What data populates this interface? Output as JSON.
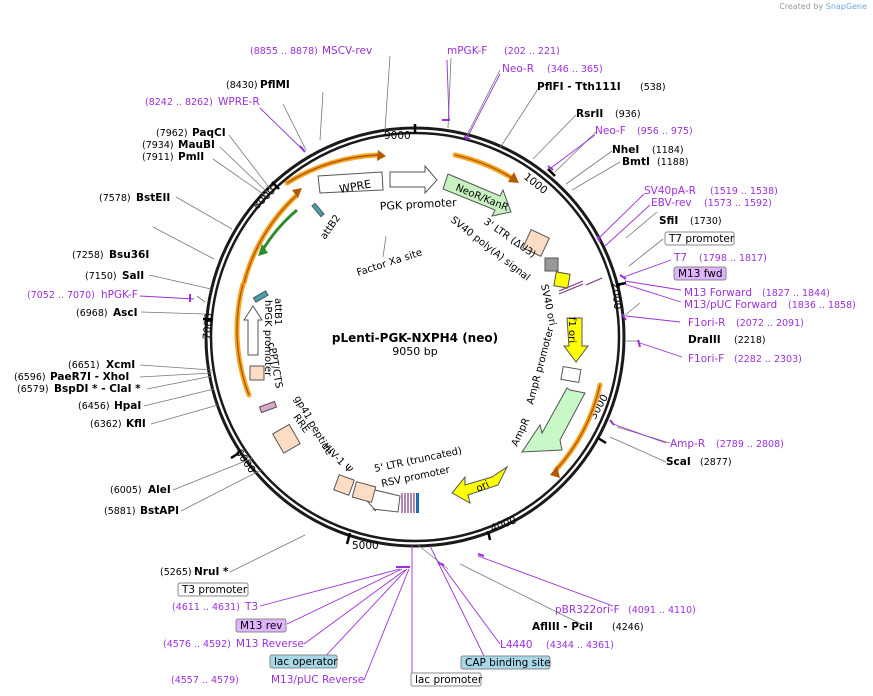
{
  "credit": {
    "prefix": "Created by",
    "brand": "SnapGene"
  },
  "title": "pLenti-PGK-NXPH4 (neo)",
  "subtitle": "9050 bp",
  "ticks": [
    "1000",
    "2000",
    "3000",
    "4000",
    "5000",
    "6000",
    "7000",
    "8000",
    "9000"
  ],
  "enzymes": [
    {
      "name": "PflMI",
      "pos": "(8430)"
    },
    {
      "name": "PflFI - Tth111I",
      "pos": "(538)"
    },
    {
      "name": "RsrII",
      "pos": "(936)"
    },
    {
      "name": "NheI",
      "pos": "(1184)"
    },
    {
      "name": "BmtI",
      "pos": "(1188)"
    },
    {
      "name": "SfiI",
      "pos": "(1730)"
    },
    {
      "name": "DraIII",
      "pos": "(2218)"
    },
    {
      "name": "ScaI",
      "pos": "(2877)"
    },
    {
      "name": "AflIII - PciI",
      "pos": "(4246)"
    },
    {
      "name": "NruI *",
      "pos": "(5265)"
    },
    {
      "name": "BstAPI",
      "pos": "(5881)"
    },
    {
      "name": "AleI",
      "pos": "(6005)"
    },
    {
      "name": "KflI",
      "pos": "(6362)"
    },
    {
      "name": "HpaI",
      "pos": "(6456)"
    },
    {
      "name": "XcmI",
      "pos": "(6651)"
    },
    {
      "name": "PaeR7I - XhoI",
      "pos": "(6596)"
    },
    {
      "name": "BspDI * - ClaI *",
      "pos": "(6579)"
    },
    {
      "name": "AscI",
      "pos": "(6968)"
    },
    {
      "name": "SalI",
      "pos": "(7150)"
    },
    {
      "name": "Bsu36I",
      "pos": "(7258)"
    },
    {
      "name": "BstEII",
      "pos": "(7578)"
    },
    {
      "name": "PmlI",
      "pos": "(7911)"
    },
    {
      "name": "MauBI",
      "pos": "(7934)"
    },
    {
      "name": "PaqCI",
      "pos": "(7962)"
    }
  ],
  "primers": [
    {
      "name": "MSCV-rev",
      "pos": "(8855 .. 8878)"
    },
    {
      "name": "mPGK-F",
      "pos": "(202 .. 221)"
    },
    {
      "name": "Neo-R",
      "pos": "(346 .. 365)"
    },
    {
      "name": "WPRE-R",
      "pos": "(8242 .. 8262)"
    },
    {
      "name": "Neo-F",
      "pos": "(956 .. 975)"
    },
    {
      "name": "SV40pA-R",
      "pos": "(1519 .. 1538)"
    },
    {
      "name": "EBV-rev",
      "pos": "(1573 .. 1592)"
    },
    {
      "name": "T7",
      "pos": "(1798 .. 1817)"
    },
    {
      "name": "M13 Forward",
      "pos": "(1827 .. 1844)"
    },
    {
      "name": "M13/pUC Forward",
      "pos": "(1836 .. 1858)"
    },
    {
      "name": "F1ori-R",
      "pos": "(2072 .. 2091)"
    },
    {
      "name": "F1ori-F",
      "pos": "(2282 .. 2303)"
    },
    {
      "name": "Amp-R",
      "pos": "(2789 .. 2808)"
    },
    {
      "name": "pBR322ori-F",
      "pos": "(4091 .. 4110)"
    },
    {
      "name": "L4440",
      "pos": "(4344 .. 4361)"
    },
    {
      "name": "hPGK-F",
      "pos": "(7052 .. 7070)"
    },
    {
      "name": "T3",
      "pos": "(4611 .. 4631)"
    },
    {
      "name": "M13 Reverse",
      "pos": "(4576 .. 4592)"
    },
    {
      "name": "M13/pUC Reverse",
      "pos": "(4557 .. 4579)"
    }
  ],
  "boxes": {
    "t7_promoter": "T7 promoter",
    "m13_fwd": "M13 fwd",
    "t3_promoter": "T3 promoter",
    "m13_rev": "M13 rev",
    "lac_operator": "lac operator",
    "cap_site": "CAP binding site",
    "lac_promoter": "lac promoter"
  },
  "features": {
    "wpre": "WPRE",
    "pgk_promoter": "PGK promoter",
    "neo": "NeoR/KanR",
    "attb2": "attB2",
    "ltr3": "3' LTR (ΔU3)",
    "sv40polya": "SV40 poly(A) signal",
    "sv40ori": "SV40 ori",
    "f1ori": "f1 ori",
    "factor_xa": "Factor Xa site",
    "amp_promoter": "AmpR promoter",
    "ampr": "AmpR",
    "ori": "ori",
    "attb1": "attB1",
    "hpgk": "hPGK promoter",
    "cppt": "cPPT/CTS",
    "gp41": "gp41 peptide",
    "rre": "RRE",
    "hiv": "HIV-1 Ψ",
    "ltr5": "5' LTR (truncated)",
    "rsv": "RSV promoter"
  },
  "colors": {
    "backbone": "#1a1a1a",
    "primer": "#9b30d9",
    "orf_orange": "#f5a623",
    "neo_green": "#c8f0c0",
    "ampr_green": "#c8f7c8",
    "f1_yellow": "#ffff00",
    "ltr_peach": "#fddcc4",
    "promoter_white": "#ffffff",
    "m13_box": "#e0b3ff",
    "lac_box": "#a8d8e8"
  }
}
